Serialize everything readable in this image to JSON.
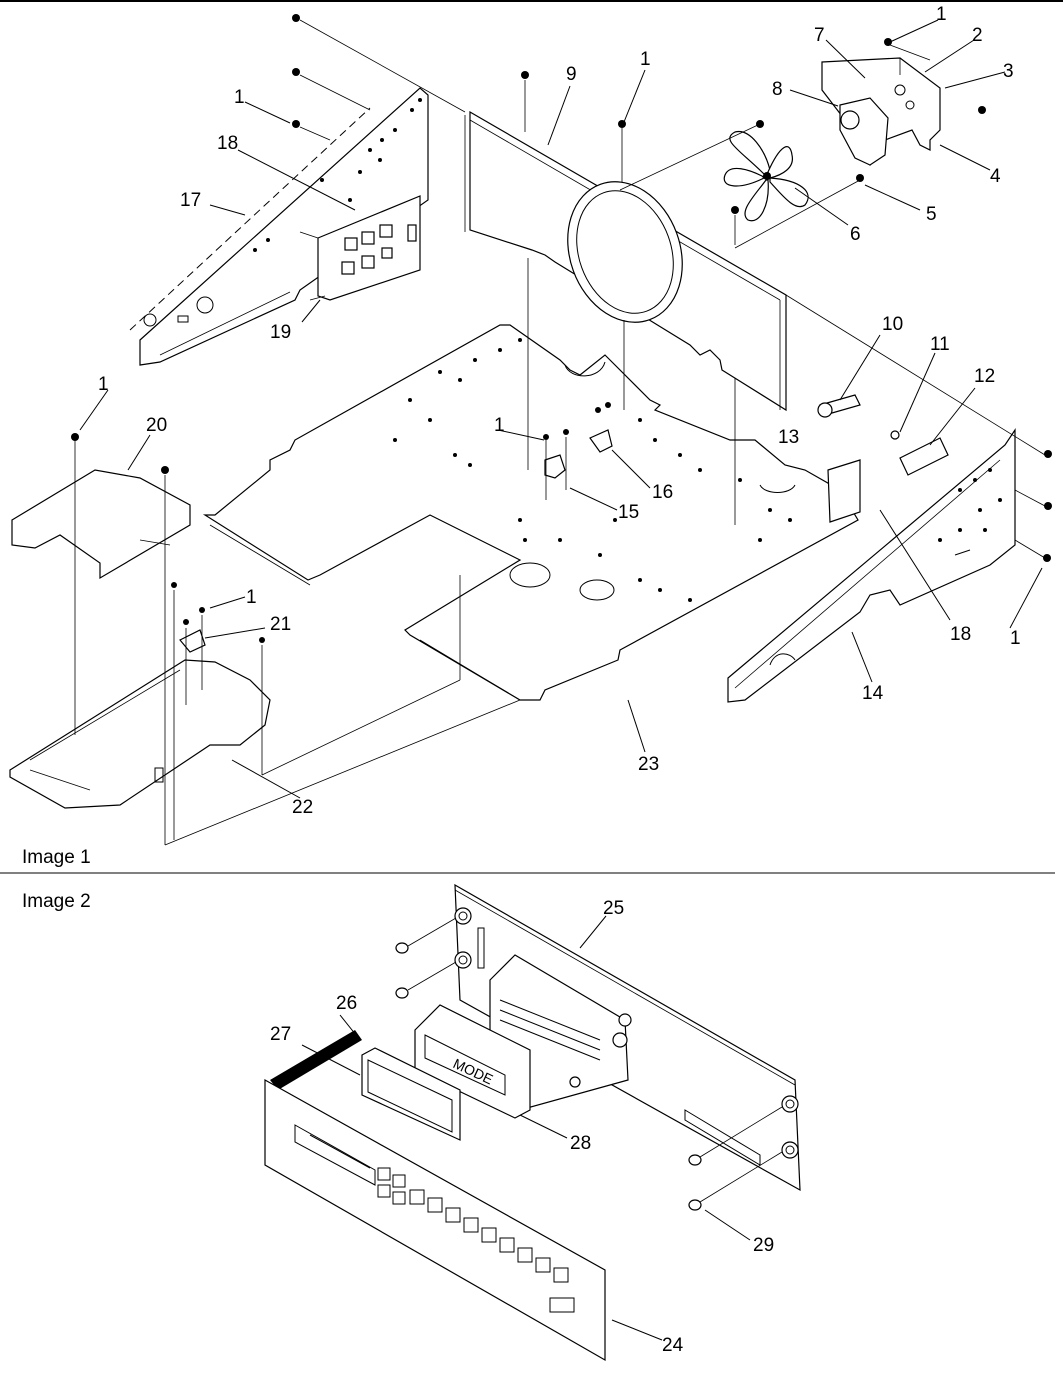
{
  "image_titles": [
    "Image 1",
    "Image 2"
  ],
  "callouts": [
    "1",
    "2",
    "3",
    "4",
    "5",
    "6",
    "7",
    "8",
    "9",
    "10",
    "11",
    "12",
    "13",
    "14",
    "15",
    "16",
    "17",
    "18",
    "19",
    "20",
    "21",
    "22",
    "23",
    "24",
    "25",
    "26",
    "27",
    "28",
    "29"
  ],
  "display_text": "MODE"
}
